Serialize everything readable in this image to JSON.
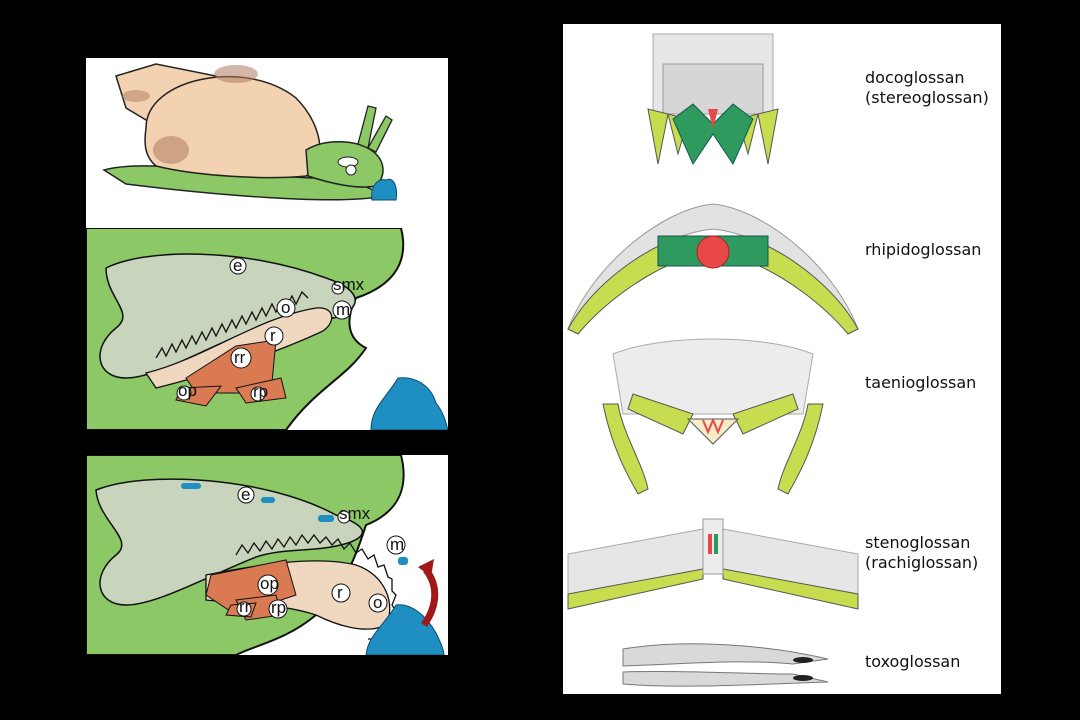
{
  "labels": {
    "e": "e",
    "m": "m",
    "o": "o",
    "r": "r",
    "rr": "rr",
    "op": "op",
    "rp": "rp",
    "smx": "smx"
  },
  "radula_types": [
    {
      "name": "docoglossan",
      "alt": "(stereoglossan)"
    },
    {
      "name": "rhipidoglossan",
      "alt": ""
    },
    {
      "name": "taenioglossan",
      "alt": ""
    },
    {
      "name": "stenoglossan",
      "alt": "(rachiglossan)"
    },
    {
      "name": "toxoglossan",
      "alt": ""
    }
  ],
  "colors": {
    "background": "#000000",
    "body_green": "#8cc866",
    "shell": "#f2d2b0",
    "odontophore": "#f0d8c0",
    "muscle": "#d97a52",
    "buccal": "#c8d4bc",
    "food": "#1e8fc0",
    "arrow": "#a01818",
    "lime": "#c8dc50",
    "dark_green": "#2e9a5e",
    "central_red": "#e84848"
  }
}
